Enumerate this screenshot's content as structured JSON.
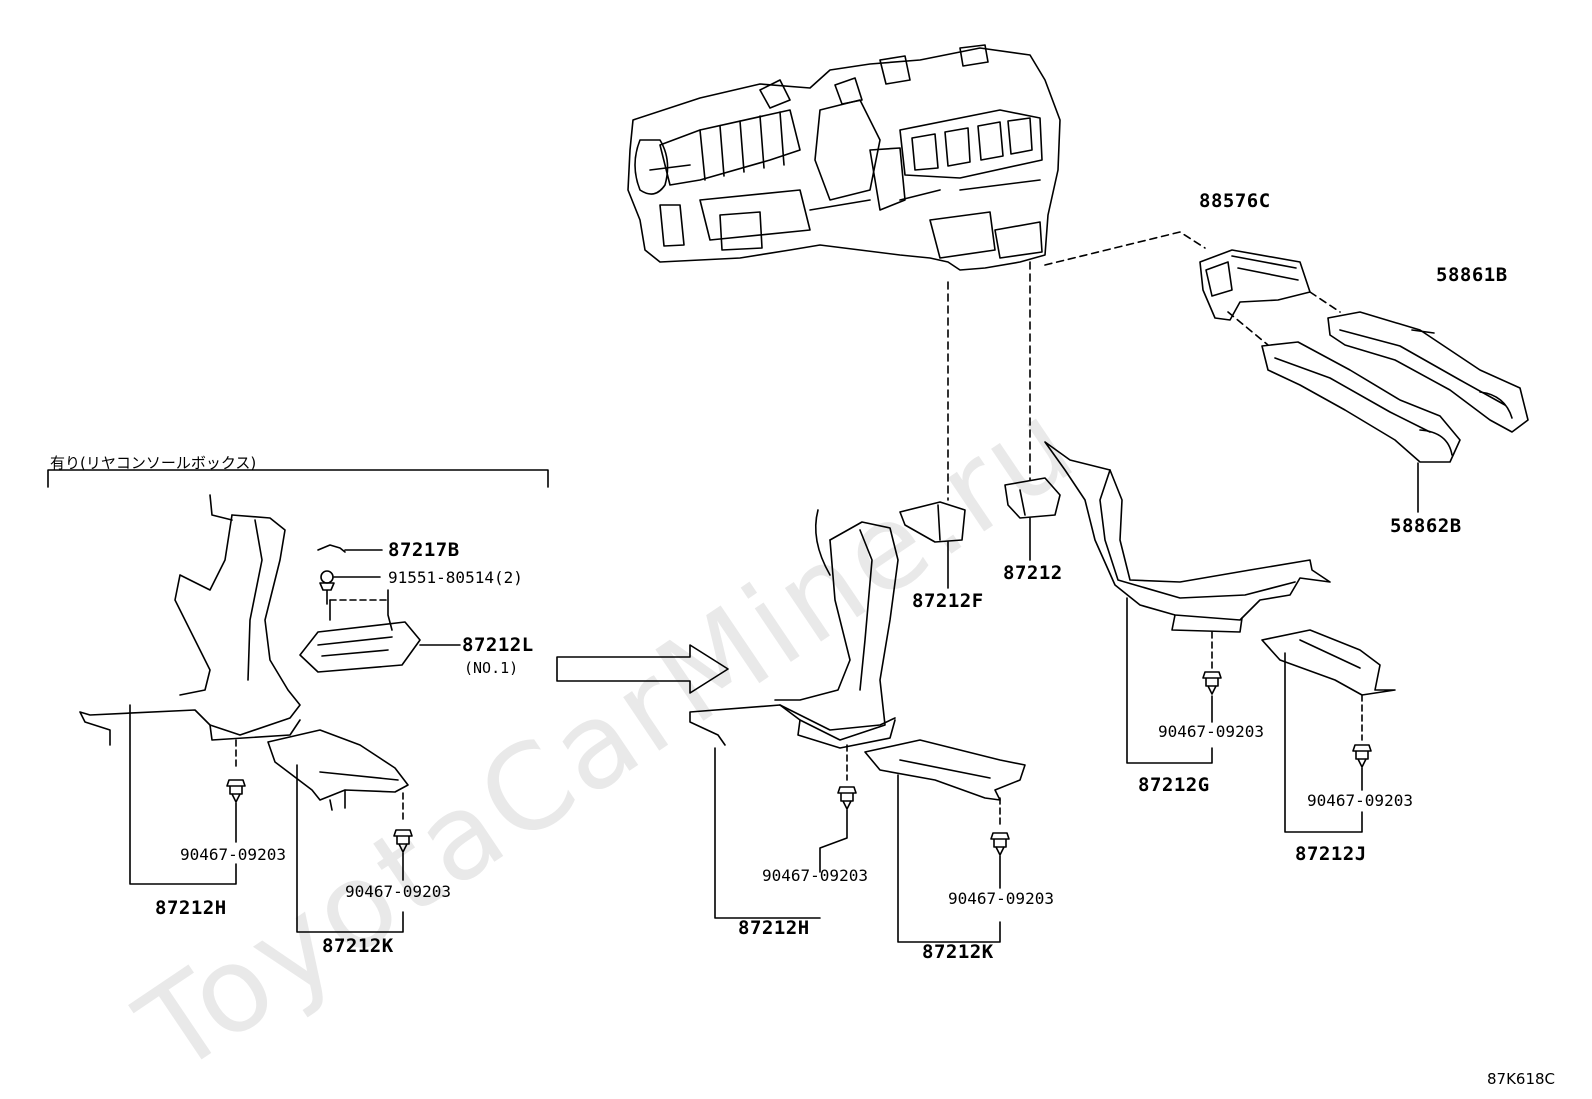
{
  "watermark": "ToyotaCarMine.ru",
  "condition_note": "有り(リヤコンソールボックス)",
  "diagram_code": "87K618C",
  "labels": {
    "p88576C": "88576C",
    "p58861B": "58861B",
    "p58862B": "58862B",
    "p87217B": "87217B",
    "p91551": "91551-80514(2)",
    "p87212L": "87212L",
    "p87212L_sub": "(NO.1)",
    "p87212F": "87212F",
    "p87212": "87212",
    "left_clip1": "90467-09203",
    "left_clip2": "90467-09203",
    "left_87212H": "87212H",
    "left_87212K": "87212K",
    "mid_clip1": "90467-09203",
    "mid_clip2": "90467-09203",
    "mid_87212H": "87212H",
    "mid_87212K": "87212K",
    "right_clip1": "90467-09203",
    "right_clip2": "90467-09203",
    "p87212G": "87212G",
    "p87212J": "87212J"
  }
}
